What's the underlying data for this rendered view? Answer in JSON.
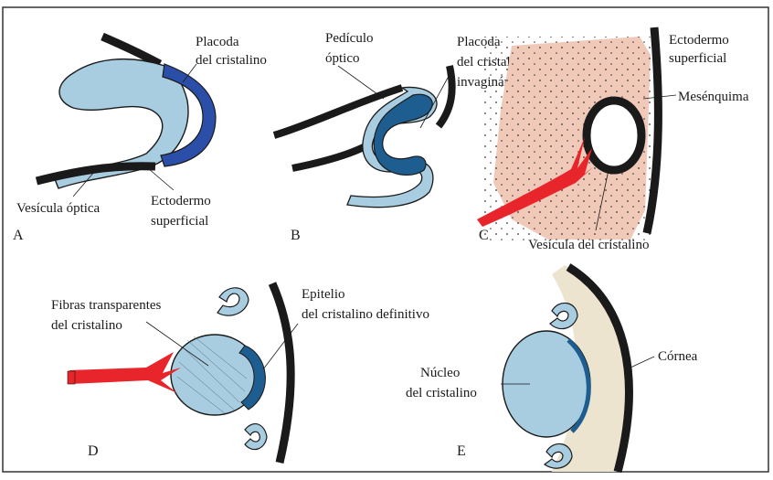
{
  "panels": {
    "a": {
      "letter": "A",
      "labels": {
        "placoda_1": "Placoda",
        "placoda_2": "del cristalino",
        "vesicula": "Vesícula óptica",
        "ecto_1": "Ectodermo",
        "ecto_2": "superficial"
      }
    },
    "b": {
      "letter": "B",
      "labels": {
        "pediculo_1": "Pedículo",
        "pediculo_2": "óptico",
        "placoda_1": "Placoda",
        "placoda_2": "del cristalino",
        "placoda_3": "invaginándose"
      }
    },
    "c": {
      "letter": "C",
      "labels": {
        "ecto_1": "Ectodermo",
        "ecto_2": "superficial",
        "mesenquima": "Mesénquima",
        "vesicula": "Vesícula del cristalino"
      }
    },
    "d": {
      "letter": "D",
      "labels": {
        "fibras_1": "Fibras transparentes",
        "fibras_2": "del cristalino",
        "epitelio_1": "Epitelio",
        "epitelio_2": "del cristalino definitivo"
      }
    },
    "e": {
      "letter": "E",
      "labels": {
        "nucleo_1": "Núcleo",
        "nucleo_2": "del cristalino",
        "cornea": "Córnea"
      }
    }
  },
  "colors": {
    "tissue_light": "#a9cde0",
    "placode_dark": "#2b4fa8",
    "vesicle_dark": "#1e5d8f",
    "mesenchyme": "#f0c9b8",
    "vessel_red": "#e8252a",
    "outline": "#1a1a1a",
    "frame": "#333333"
  }
}
